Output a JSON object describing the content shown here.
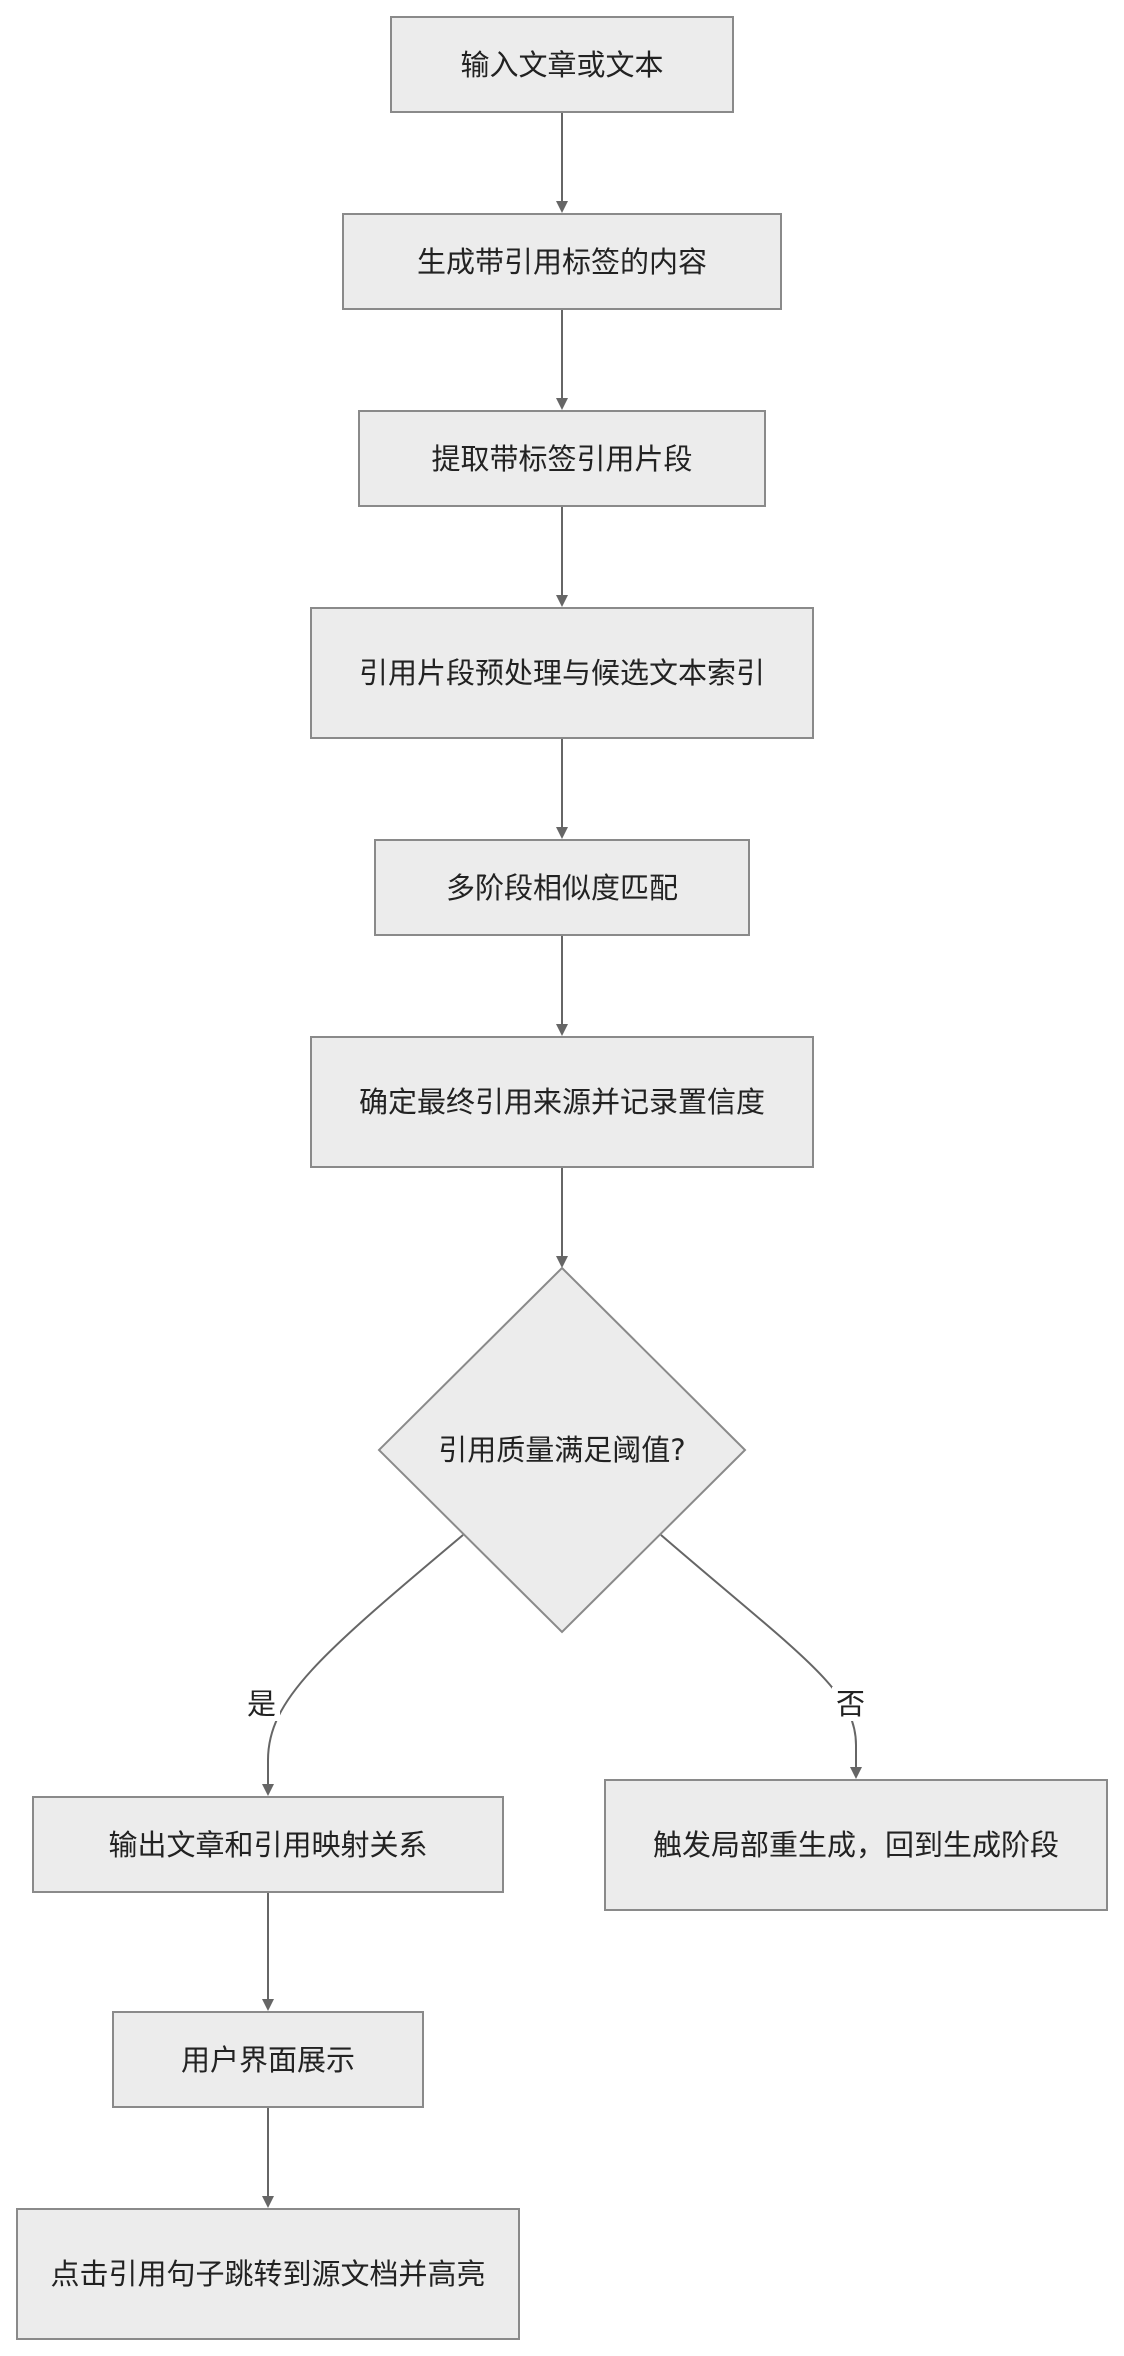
{
  "nodes": {
    "n1": "输入文章或文本",
    "n2": "生成带引用标签的内容",
    "n3": "提取带标签引用片段",
    "n4": "引用片段预处理与候选文本索引",
    "n5": "多阶段相似度匹配",
    "n6": "确定最终引用来源并记录置信度",
    "n7": "引用质量满足阈值?",
    "n8": "输出文章和引用映射关系",
    "n9": "触发局部重生成，回到生成阶段",
    "n10": "用户界面展示",
    "n11": "点击引用句子跳转到源文档并高亮"
  },
  "edges": {
    "yes_label": "是",
    "no_label": "否"
  },
  "colors": {
    "node_fill": "#ececec",
    "node_stroke": "#8a8a8a",
    "edge_stroke": "#666666",
    "text": "#222222"
  }
}
